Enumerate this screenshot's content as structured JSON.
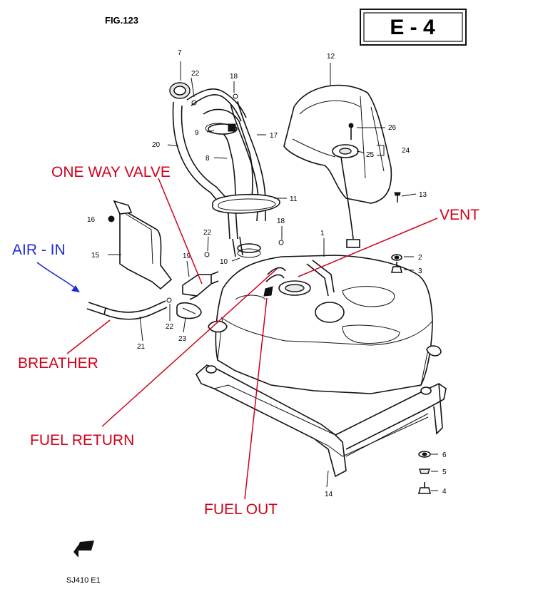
{
  "figure": {
    "title": "FIG.123",
    "code": "E - 4",
    "model": "SJ410  E1"
  },
  "parts": [
    {
      "number": "1"
    },
    {
      "number": "2"
    },
    {
      "number": "3"
    },
    {
      "number": "4"
    },
    {
      "number": "5"
    },
    {
      "number": "6"
    },
    {
      "number": "7"
    },
    {
      "number": "8"
    },
    {
      "number": "9"
    },
    {
      "number": "10"
    },
    {
      "number": "11"
    },
    {
      "number": "12"
    },
    {
      "number": "13"
    },
    {
      "number": "14"
    },
    {
      "number": "15"
    },
    {
      "number": "16"
    },
    {
      "number": "17"
    },
    {
      "number": "18"
    },
    {
      "number": "18"
    },
    {
      "number": "19"
    },
    {
      "number": "20"
    },
    {
      "number": "21"
    },
    {
      "number": "22"
    },
    {
      "number": "22"
    },
    {
      "number": "22"
    },
    {
      "number": "23"
    },
    {
      "number": "24"
    },
    {
      "number": "25"
    },
    {
      "number": "26"
    }
  ],
  "annotations": {
    "one_way_valve": "ONE WAY VALVE",
    "vent": "VENT",
    "air_in": "AIR - IN",
    "breather": "BREATHER",
    "fuel_return": "FUEL RETURN",
    "fuel_out": "FUEL OUT"
  },
  "colors": {
    "annotation_red": "#d0021b",
    "annotation_blue": "#1c2bd6",
    "ink": "#111111"
  }
}
